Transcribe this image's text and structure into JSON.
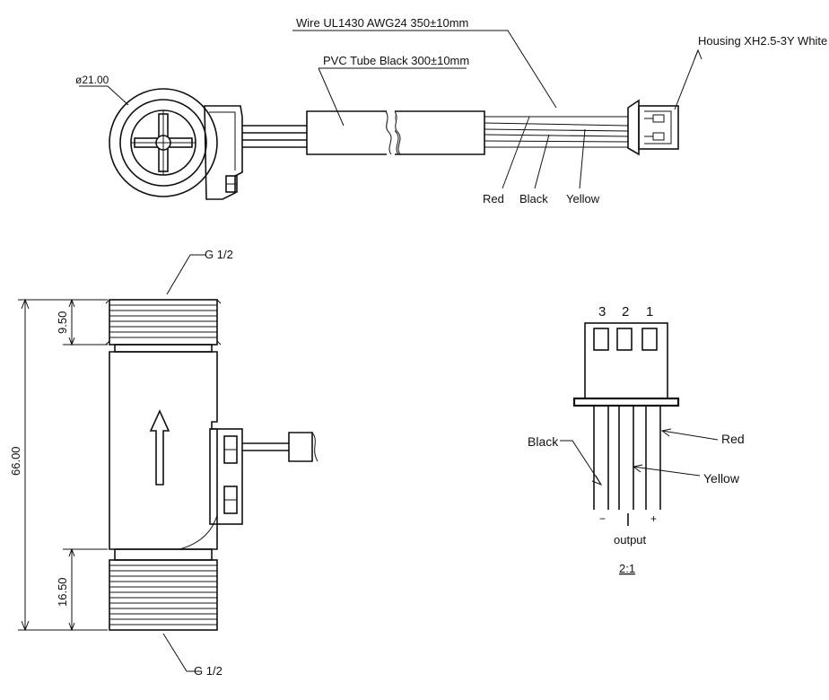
{
  "top_view": {
    "diameter": "ø21.00",
    "wire": "Wire UL1430 AWG24  350±10mm",
    "tube": "PVC Tube Black 300±10mm",
    "housing": "Housing XH2.5-3Y White",
    "wire_red": "Red",
    "wire_black": "Black",
    "wire_yellow": "Yellow"
  },
  "side_view": {
    "thread_top": "G 1/2",
    "thread_bottom": "G 1/2",
    "dim_total": "66.00",
    "dim_top": "9.50",
    "dim_bottom": "16.50"
  },
  "connector_view": {
    "pin_3": "3",
    "pin_2": "2",
    "pin_1": "1",
    "black": "Black",
    "red": "Red",
    "yellow": "Yellow",
    "minus": "−",
    "plus": "+",
    "output": "output",
    "scale": "2:1"
  }
}
